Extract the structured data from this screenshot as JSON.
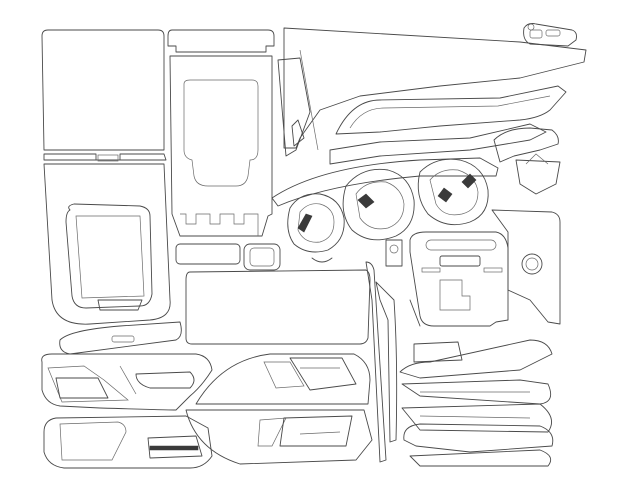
{
  "background_color": "#ffffff",
  "stroke_color": "#4a4a4a",
  "parts": [
    "center-console-left-panel",
    "gear-shifter-surround-panel",
    "dashboard-upper-trim",
    "dashboard-long-strip",
    "mirror-switch-panel",
    "vent-trim-left",
    "vent-trim-center",
    "vent-trim-right",
    "climate-control-panel",
    "start-button-ring",
    "door-panel-front-left",
    "door-panel-rear-left",
    "door-panel-front-right",
    "door-panel-rear-right",
    "long-side-strip",
    "curved-trim-strips"
  ]
}
